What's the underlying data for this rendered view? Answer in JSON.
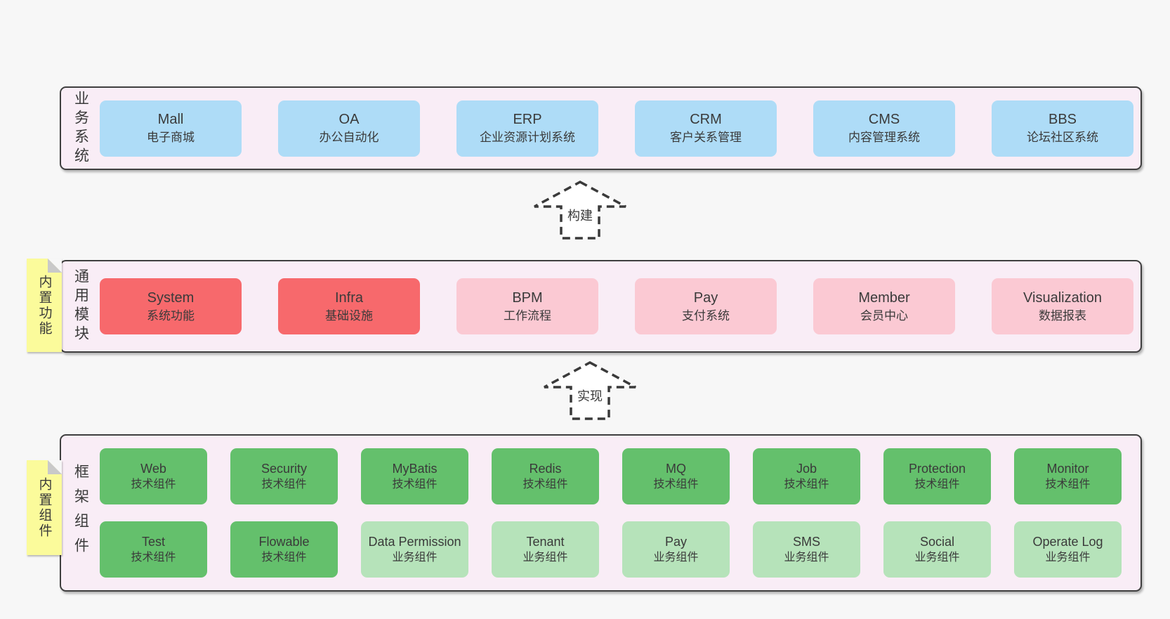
{
  "colors": {
    "background": "#f7f7f7",
    "panel_fill": "#f9edf6",
    "panel_border": "#3f3f3f",
    "blue": "#aedcf7",
    "red": "#f7696c",
    "pink": "#fbc9d3",
    "green": "#64c06c",
    "light_green": "#b6e3ba",
    "yellow": "#fbfb9b",
    "fold_gray": "#c9c9c9",
    "text": "#3a3a3a"
  },
  "diagram": {
    "panels": {
      "business": {
        "side_label": "业务系统",
        "boxes": [
          {
            "en": "Mall",
            "zh": "电子商城",
            "variant": "blue"
          },
          {
            "en": "OA",
            "zh": "办公自动化",
            "variant": "blue"
          },
          {
            "en": "ERP",
            "zh": "企业资源计划系统",
            "variant": "blue"
          },
          {
            "en": "CRM",
            "zh": "客户关系管理",
            "variant": "blue"
          },
          {
            "en": "CMS",
            "zh": "内容管理系统",
            "variant": "blue"
          },
          {
            "en": "BBS",
            "zh": "论坛社区系统",
            "variant": "blue"
          }
        ]
      },
      "modules": {
        "side_label": "通用模块",
        "tab_label": "内置功能",
        "boxes": [
          {
            "en": "System",
            "zh": "系统功能",
            "variant": "red"
          },
          {
            "en": "Infra",
            "zh": "基础设施",
            "variant": "red"
          },
          {
            "en": "BPM",
            "zh": "工作流程",
            "variant": "pink"
          },
          {
            "en": "Pay",
            "zh": "支付系统",
            "variant": "pink"
          },
          {
            "en": "Member",
            "zh": "会员中心",
            "variant": "pink"
          },
          {
            "en": "Visualization",
            "zh": "数据报表",
            "variant": "pink"
          }
        ]
      },
      "framework": {
        "side_label": "框架组件",
        "tab_label": "内置组件",
        "rows": [
          [
            {
              "en": "Web",
              "zh": "技术组件",
              "variant": "green"
            },
            {
              "en": "Security",
              "zh": "技术组件",
              "variant": "green"
            },
            {
              "en": "MyBatis",
              "zh": "技术组件",
              "variant": "green"
            },
            {
              "en": "Redis",
              "zh": "技术组件",
              "variant": "green"
            },
            {
              "en": "MQ",
              "zh": "技术组件",
              "variant": "green"
            },
            {
              "en": "Job",
              "zh": "技术组件",
              "variant": "green"
            },
            {
              "en": "Protection",
              "zh": "技术组件",
              "variant": "green"
            },
            {
              "en": "Monitor",
              "zh": "技术组件",
              "variant": "green"
            }
          ],
          [
            {
              "en": "Test",
              "zh": "技术组件",
              "variant": "green"
            },
            {
              "en": "Flowable",
              "zh": "技术组件",
              "variant": "green"
            },
            {
              "en": "Data Permission",
              "zh": "业务组件",
              "variant": "lightgreen"
            },
            {
              "en": "Tenant",
              "zh": "业务组件",
              "variant": "lightgreen"
            },
            {
              "en": "Pay",
              "zh": "业务组件",
              "variant": "lightgreen"
            },
            {
              "en": "SMS",
              "zh": "业务组件",
              "variant": "lightgreen"
            },
            {
              "en": "Social",
              "zh": "业务组件",
              "variant": "lightgreen"
            },
            {
              "en": "Operate Log",
              "zh": "业务组件",
              "variant": "lightgreen"
            }
          ]
        ]
      }
    },
    "arrows": [
      {
        "label": "构建"
      },
      {
        "label": "实现"
      }
    ]
  }
}
